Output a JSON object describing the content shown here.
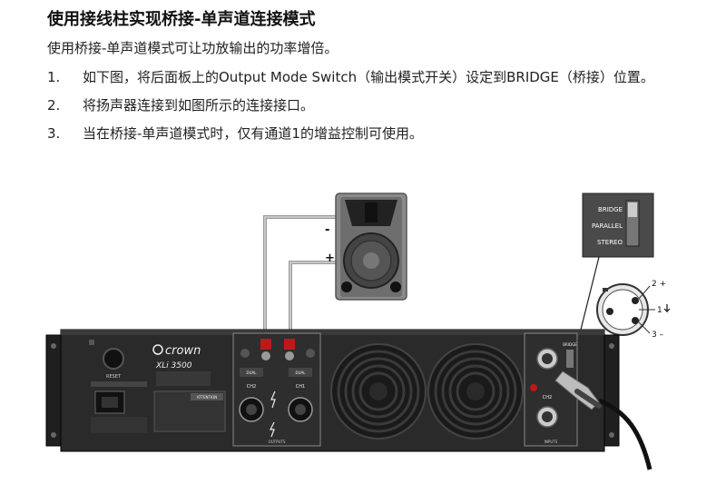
{
  "title": "使用接线柱实现桥接-单声道连接模式",
  "intro": "使用桥接-单声道模式可让功放输出的功率增倍。",
  "steps": [
    {
      "num": "1.",
      "text": "如下图，将后面板上的Output Mode Switch（输出模式开关）设定到BRIDGE（桥接）位置。"
    },
    {
      "num": "2.",
      "text": "将扬声器连接到如图所示的连接接口。"
    },
    {
      "num": "3.",
      "text": "当在桥接-单声道模式时，仅有通道1的增益控制可使用。"
    }
  ],
  "figure": {
    "speaker_minus": "-",
    "speaker_plus": "+",
    "switch_labels": [
      "BRIDGE",
      "PARALLEL",
      "STEREO"
    ],
    "xlr_pins": [
      "2 +",
      "1",
      "3 –"
    ],
    "amp_brand": "crown",
    "amp_model": "XLi 3500",
    "reset_label": "RESET",
    "attention_label": "ATTENTION",
    "dual_labels": [
      "DUAL",
      "DUAL"
    ],
    "ch_labels": [
      "CH2",
      "CH1"
    ],
    "outputs_label": "OUTPUTS",
    "inputs_label": "INPUTS",
    "ch_input_label": "CH2",
    "bridge_label": "BRIDGE"
  }
}
